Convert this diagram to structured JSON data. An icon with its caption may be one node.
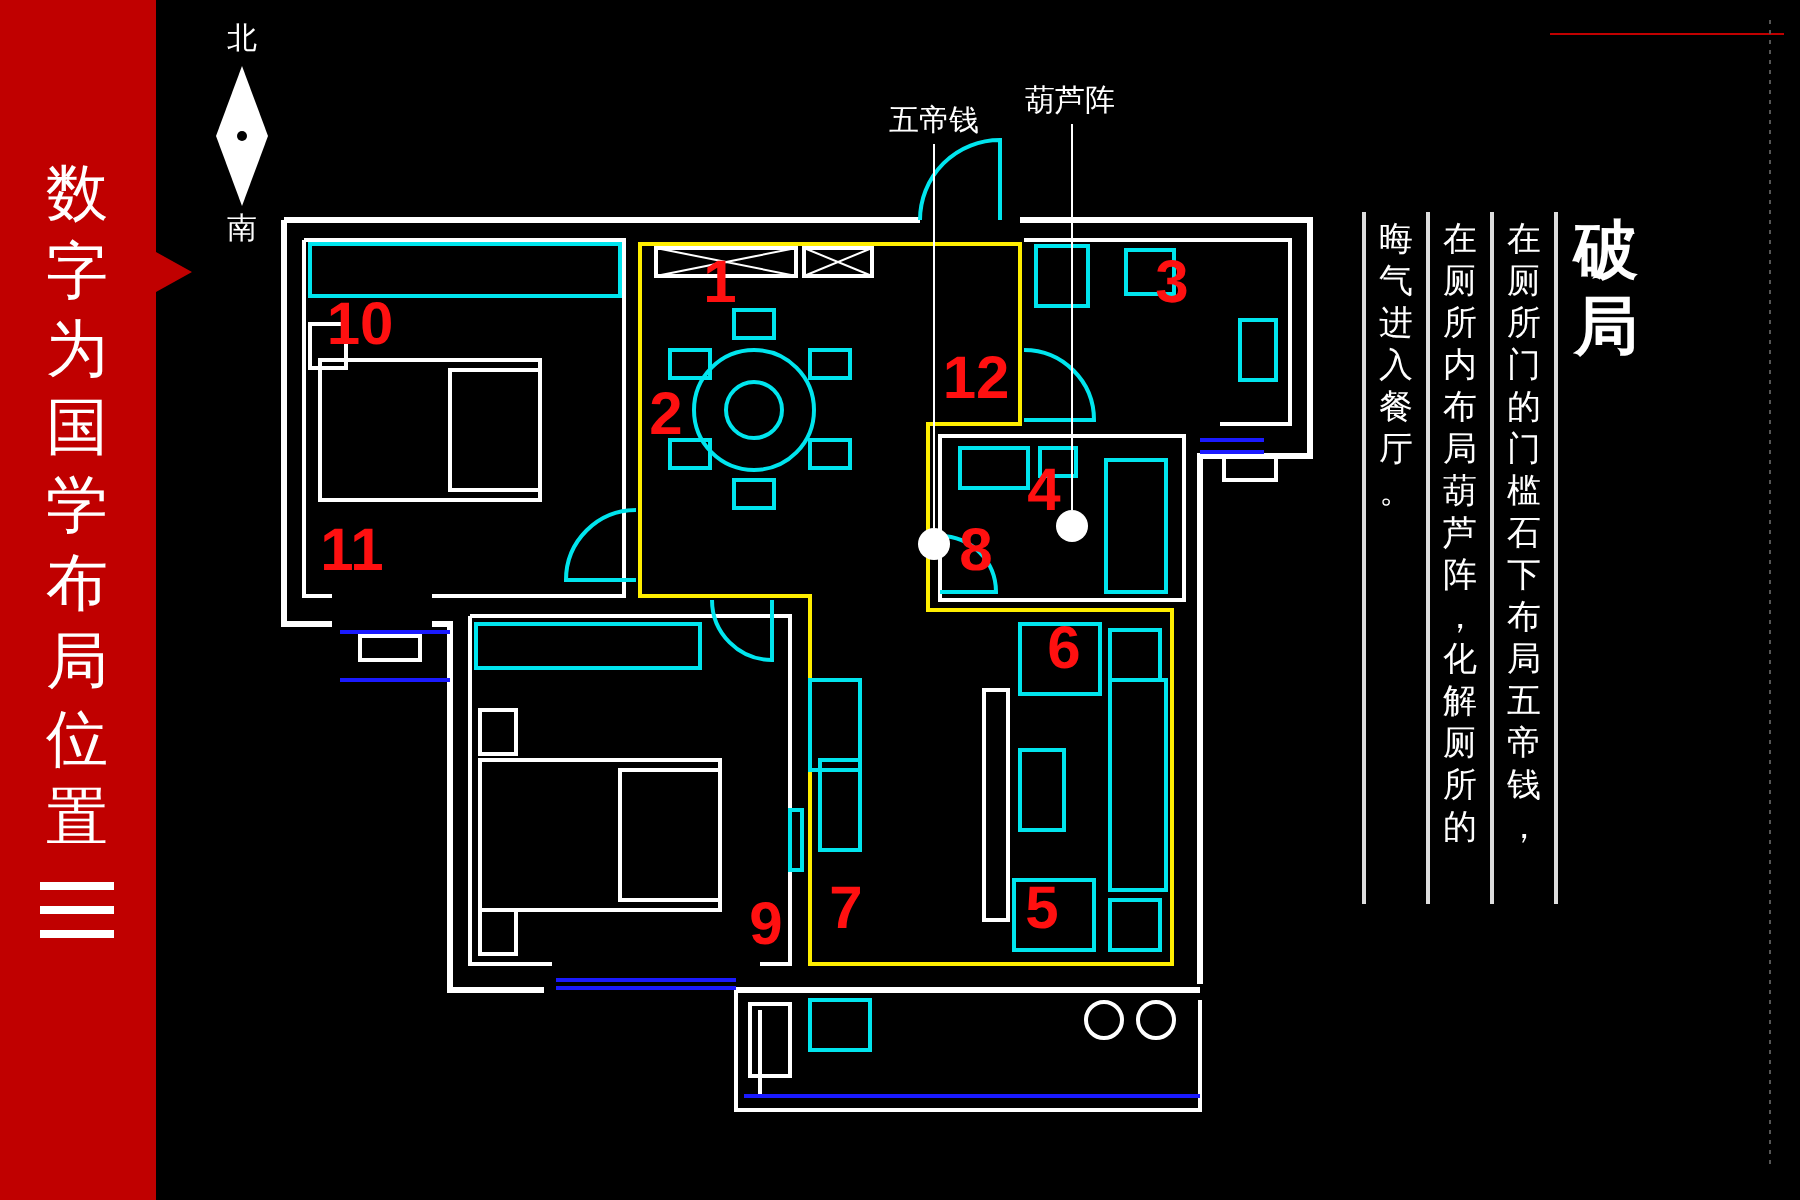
{
  "diagram": {
    "title": "数字为国学布局位置",
    "nodes": [
      {
        "text": [
          "五帝钱"
        ]
      },
      {
        "text": [
          "葫芦阵"
        ]
      },
      {
        "text": [],
        "shape": "circle"
      },
      {
        "text": [],
        "shape": "circle"
      }
    ],
    "edges": [
      {
        "from": 0,
        "to": 2,
        "arrow": "none"
      },
      {
        "from": 1,
        "to": 3,
        "arrow": "none"
      }
    ],
    "labels": [
      "北",
      "南",
      "1",
      "3",
      "10",
      "12",
      "2",
      "4",
      "8",
      "11",
      "6",
      "7",
      "5",
      "9",
      "破局",
      "在厕所门的门槛石下布局五帝钱，",
      "在厕所内布局葫芦阵，化解厕所的",
      "晦气进入餐厅。"
    ]
  }
}
